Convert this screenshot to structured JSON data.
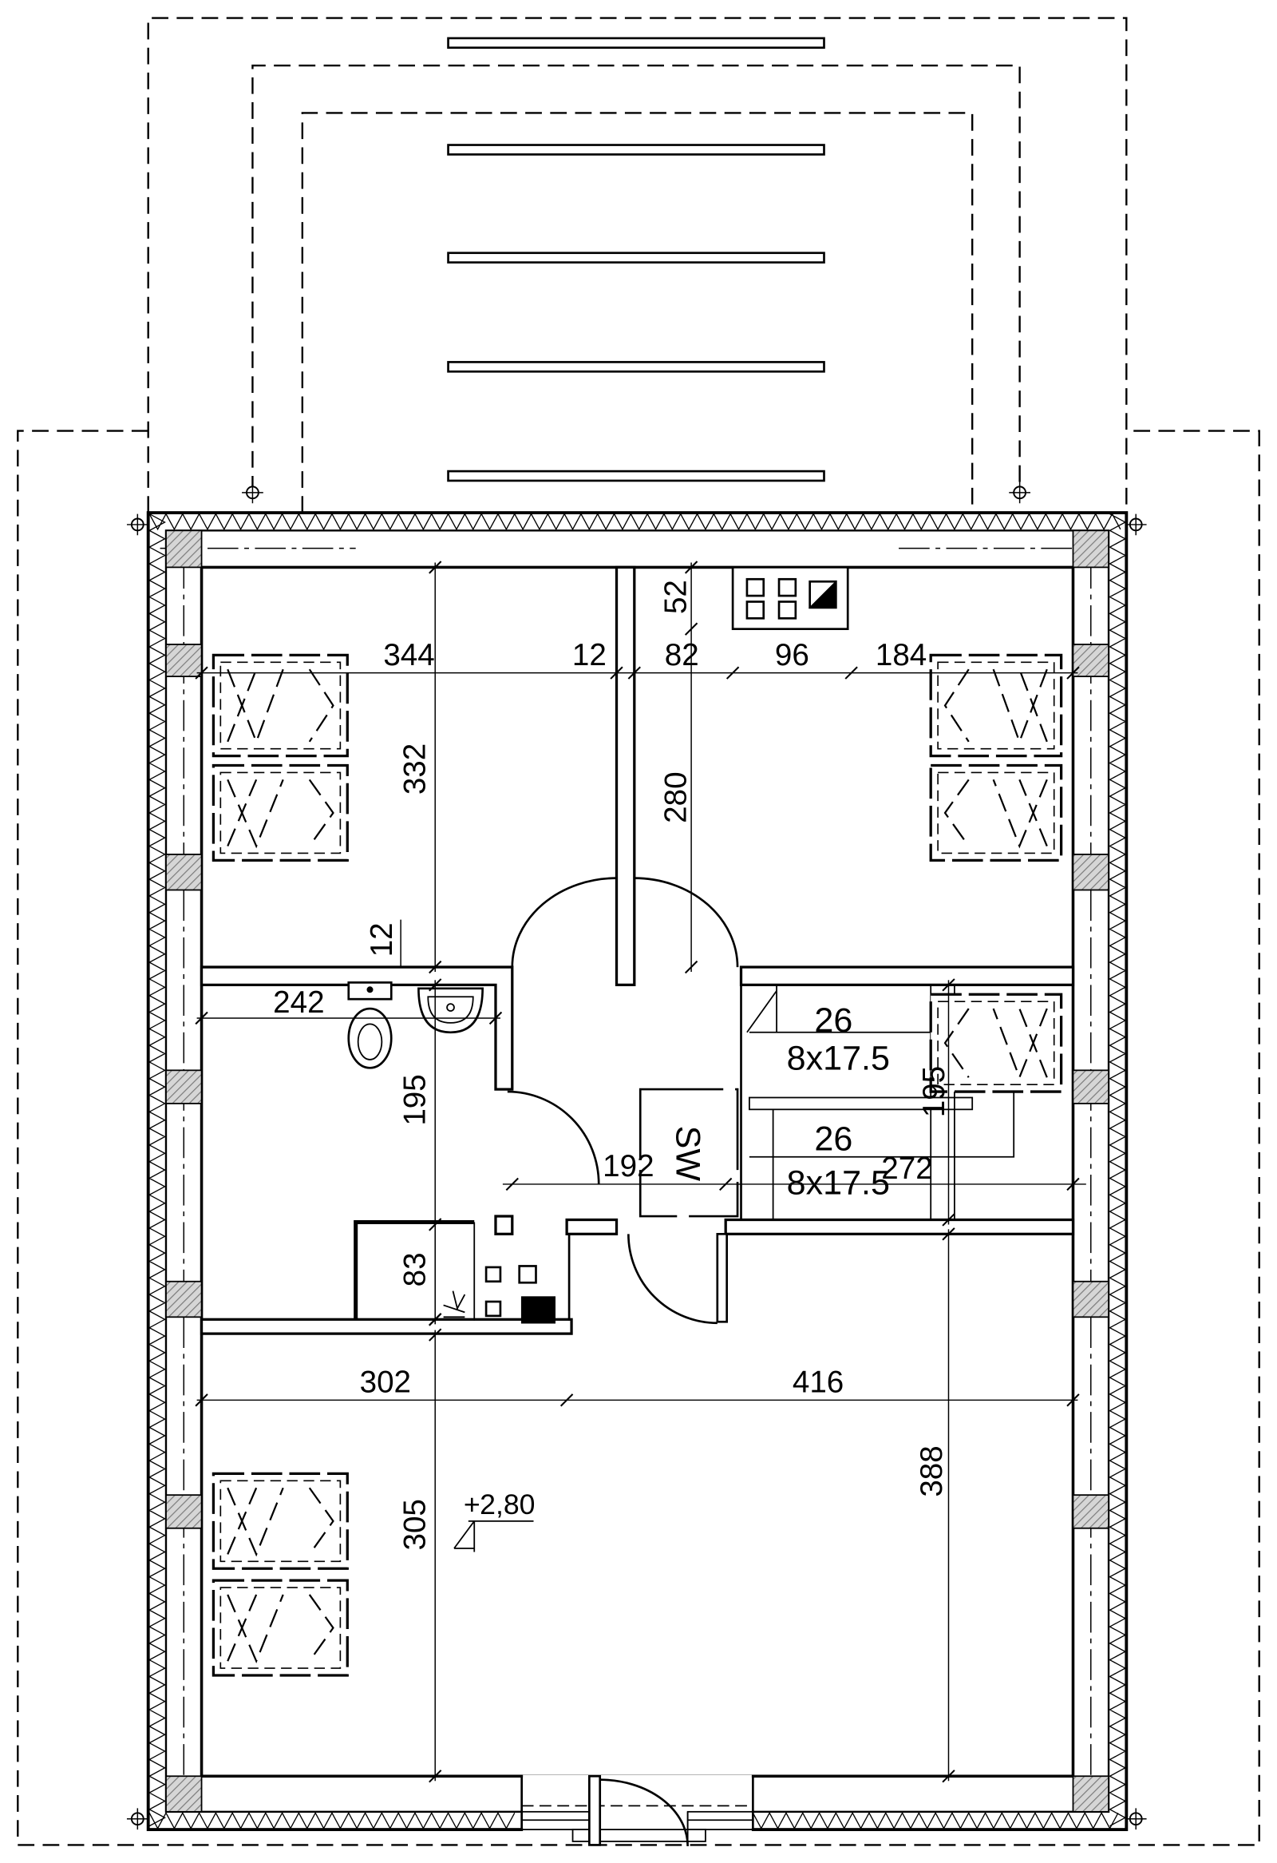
{
  "drawing": {
    "line_color": "#000000",
    "background": "#ffffff",
    "hatch_color": "#9e9e9e"
  },
  "dimensions": {
    "top_row": [
      "344",
      "12",
      "82",
      "96",
      "184"
    ],
    "top_right_small": "52",
    "top_left_depth": "332",
    "top_right_depth": "280",
    "partition_thickness": "12",
    "bath_width": "242",
    "bath_depth": "195",
    "hall_width": "192",
    "box_depth": "83",
    "bottom_row": [
      "302",
      "416"
    ],
    "bottom_right_depth": "388",
    "bottom_left_depth": "305",
    "stair_depth": "195",
    "stair_width": "272"
  },
  "level": {
    "sign": "+",
    "value": "2,80"
  },
  "stairs": [
    {
      "treads": "26",
      "steps": "8x17.5"
    },
    {
      "treads": "26",
      "steps": "8x17.5"
    }
  ],
  "wardrobe_label": "SW"
}
